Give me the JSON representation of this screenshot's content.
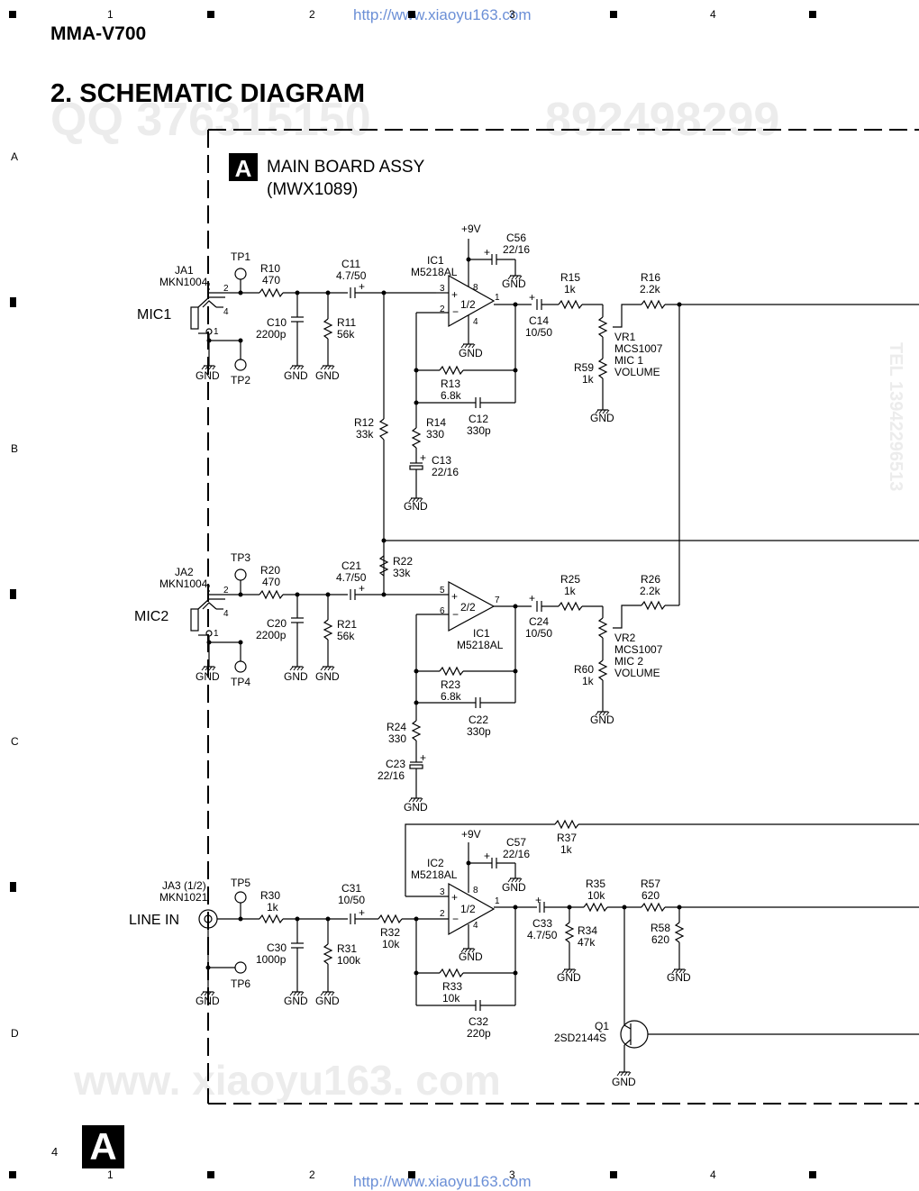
{
  "header": {
    "model": "MMA-V700",
    "section_title": "2. SCHEMATIC DIAGRAM",
    "url": "http://www.xiaoyu163.com"
  },
  "grid": {
    "columns": [
      "1",
      "2",
      "3",
      "4"
    ],
    "rows": [
      "A",
      "B",
      "C",
      "D"
    ]
  },
  "footer": {
    "page_number": "4",
    "section_letter": "A",
    "url": "http://www.xiaoyu163.com"
  },
  "board": {
    "letter": "A",
    "name": "MAIN BOARD ASSY",
    "part": "(MWX1089)"
  },
  "watermarks": {
    "qq": "QQ 376315150",
    "phone": "892498299",
    "site": "www. xiaoyu163. com",
    "tel": "TEL 13942296513"
  },
  "schematic": {
    "supply": [
      "+9V",
      "+9V"
    ],
    "gnd": "GND",
    "mic1": {
      "label": "MIC1",
      "jack_ref": "JA1",
      "jack_part": "MKN1004",
      "pins": [
        "2",
        "4",
        "1"
      ],
      "tp_top": "TP1",
      "tp_bot": "TP2",
      "r10": [
        "R10",
        "470"
      ],
      "c10": [
        "C10",
        "2200p"
      ],
      "r11": [
        "R11",
        "56k"
      ],
      "c11": [
        "C11",
        "4.7/50"
      ],
      "r12": [
        "R12",
        "33k"
      ],
      "ic": [
        "IC1",
        "M5218AL"
      ],
      "ic_unit": "1/2",
      "ic_pins": [
        "3",
        "2",
        "8",
        "4",
        "1"
      ],
      "c56": [
        "C56",
        "22/16"
      ],
      "r13": [
        "R13",
        "6.8k"
      ],
      "c12": [
        "C12",
        "330p"
      ],
      "r14": [
        "R14",
        "330"
      ],
      "c13": [
        "C13",
        "22/16"
      ],
      "c14": [
        "C14",
        "10/50"
      ],
      "r15": [
        "R15",
        "1k"
      ],
      "r16": [
        "R16",
        "2.2k"
      ],
      "vr": [
        "VR1",
        "MCS1007",
        "MIC 1",
        "VOLUME"
      ],
      "r59": [
        "R59",
        "1k"
      ]
    },
    "mic2": {
      "label": "MIC2",
      "jack_ref": "JA2",
      "jack_part": "MKN1004",
      "pins": [
        "2",
        "4",
        "1"
      ],
      "tp_top": "TP3",
      "tp_bot": "TP4",
      "r20": [
        "R20",
        "470"
      ],
      "c20": [
        "C20",
        "2200p"
      ],
      "r21": [
        "R21",
        "56k"
      ],
      "c21": [
        "C21",
        "4.7/50"
      ],
      "r22": [
        "R22",
        "33k"
      ],
      "ic": [
        "IC1",
        "M5218AL"
      ],
      "ic_unit": "2/2",
      "ic_pins": [
        "5",
        "6",
        "7"
      ],
      "r23": [
        "R23",
        "6.8k"
      ],
      "c22": [
        "C22",
        "330p"
      ],
      "r24": [
        "R24",
        "330"
      ],
      "c23": [
        "C23",
        "22/16"
      ],
      "c24": [
        "C24",
        "10/50"
      ],
      "r25": [
        "R25",
        "1k"
      ],
      "r26": [
        "R26",
        "2.2k"
      ],
      "vr": [
        "VR2",
        "MCS1007",
        "MIC 2",
        "VOLUME"
      ],
      "r60": [
        "R60",
        "1k"
      ]
    },
    "line": {
      "label": "LINE IN",
      "jack_ref": "JA3 (1/2)",
      "jack_part": "MKN1021",
      "tp_top": "TP5",
      "tp_bot": "TP6",
      "r30": [
        "R30",
        "1k"
      ],
      "c30": [
        "C30",
        "1000p"
      ],
      "r31": [
        "R31",
        "100k"
      ],
      "c31": [
        "C31",
        "10/50"
      ],
      "r32": [
        "R32",
        "10k"
      ],
      "ic": [
        "IC2",
        "M5218AL"
      ],
      "ic_unit": "1/2",
      "ic_pins": [
        "3",
        "2",
        "8",
        "4",
        "1"
      ],
      "c57": [
        "C57",
        "22/16"
      ],
      "r37": [
        "R37",
        "1k"
      ],
      "r33": [
        "R33",
        "10k"
      ],
      "c32": [
        "C32",
        "220p"
      ],
      "c33": [
        "C33",
        "4.7/50"
      ],
      "r34": [
        "R34",
        "47k"
      ],
      "r35": [
        "R35",
        "10k"
      ],
      "r57": [
        "R57",
        "620"
      ],
      "r58": [
        "R58",
        "620"
      ],
      "q1": [
        "Q1",
        "2SD2144S"
      ]
    }
  }
}
